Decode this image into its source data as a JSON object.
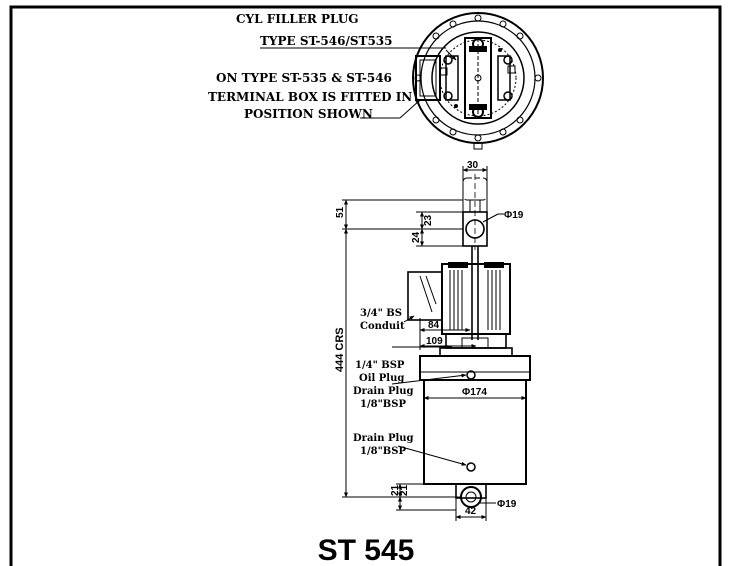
{
  "notes": {
    "filler_plug_line1": "CYL FILLER PLUG",
    "filler_plug_line2": "TYPE ST-546/ST535",
    "terminal_line1": "ON TYPE ST-535 & ST-546",
    "terminal_line2": "TERMINAL BOX IS FITTED IN",
    "terminal_line3": "POSITION SHOWN",
    "conduit_line1": "3/4\" BS",
    "conduit_line2": "Conduit",
    "oil_plug_line1": "1/4\" BSP",
    "oil_plug_line2": "Oil Plug",
    "drain_plug_upper_line1": "Drain Plug",
    "drain_plug_upper_line2": "1/8\"BSP",
    "drain_plug_lower_line1": "Drain Plug",
    "drain_plug_lower_line2": "1/8\"BSP"
  },
  "dimensions": {
    "top_width": "30",
    "d51": "51",
    "d23": "23",
    "d24": "24",
    "eye_top_dia": "Φ19",
    "crs": "444 CRS",
    "d84": "84",
    "d109": "109",
    "body_dia": "Φ174",
    "d21a": "21",
    "d21b": "21",
    "eye_bottom_dia": "Φ19",
    "d42": "42"
  },
  "title": "ST 545"
}
